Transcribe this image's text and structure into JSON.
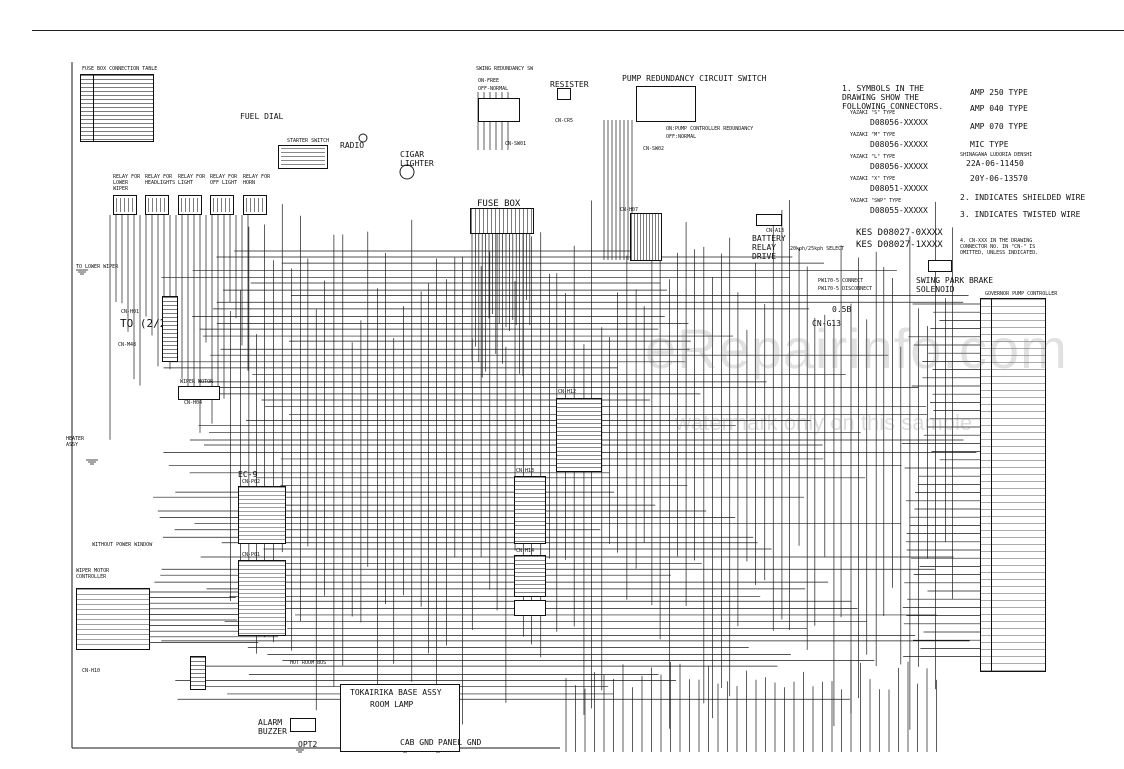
{
  "sections": {
    "fuse_box_table": "FUSE BOX CONNECTION TABLE",
    "fuel_dial": "FUEL DIAL",
    "starter_switch": "STARTER SWITCH",
    "radio": "RADIO",
    "cigar_lighter": "CIGAR LIGHTER",
    "fuse_box": "FUSE BOX",
    "swing_redundancy": "SWING REDUNDANCY SW",
    "resister": "RESISTER",
    "pump_redundancy": "PUMP REDUNDANCY CIRCUIT SWITCH",
    "battery_relay_drive": "BATTERY RELAY DRIVE",
    "swing_park": "SWING PARK BRAKE SOLENOID",
    "governor_pump_controller": "GOVERNOR PUMP CONTROLLER",
    "wiper_motor_controller": "WIPER MOTOR CONTROLLER",
    "wiper_motor": "WIPER MOTOR",
    "tokairika_base_assy": "TOKAIRIKA BASE ASSY",
    "room_lamp": "ROOM LAMP",
    "alarm_buzzer": "ALARM BUZZER",
    "without_power_window": "WITHOUT POWER WINDOW",
    "heater_assy": "HEATER ASSY",
    "for_lower_wiper": "TO LOWER WIPER",
    "to_2_21": "TO (2/21)"
  },
  "relays": [
    "RELAY FOR LOWER WIPER",
    "RELAY FOR HEADLIGHTS",
    "RELAY FOR LIGHT",
    "RELAY FOR OFF LIGHT",
    "RELAY FOR HORN"
  ],
  "switch_states": {
    "on_free": "ON-FREE",
    "off_normal": "OFF-NORMAL",
    "on_pump": "ON:PUMP CONTROLLER REDUNDANCY",
    "off_normal2": "OFF:NORMAL",
    "pw_connect": "PW170-5 CONNECT",
    "pw_disconnect": "PW170-5 DISCONNECT",
    "select": "20kph/25kph SELECT"
  },
  "connectors": {
    "cn_sw01": "CN-SW01",
    "cn_sw02": "CN-SW02",
    "cn_cr5": "CN-CR5",
    "cn_a13": "CN-A13",
    "cn_g13": "CN-G13",
    "cn_h12": "CN-H12",
    "cn_h13": "CN-H13",
    "cn_h14": "CN-H14",
    "cn_h01": "CN-H01",
    "cn_m48": "CN-M48",
    "cn_h10": "CN-H10",
    "cn_h04": "CN-H04",
    "cn_p02": "CN-P02",
    "cn_p01": "CN-P01",
    "cn_h07": "CN-H07",
    "cab_gnd": "CAB GND",
    "panel_gnd": "PANEL GND",
    "opt2": "OPT2",
    "hot_room_bus": "HOT ROOM BUS",
    "ec9": "EC-9",
    "wire_05b": "0.5B"
  },
  "legend": {
    "intro": "1. SYMBOLS IN THE DRAWING SHOW THE FOLLOWING CONNECTORS.",
    "types": [
      {
        "maker": "YAZAKI \"S\" TYPE",
        "code": "D08056-XXXXX"
      },
      {
        "maker": "YAZAKI \"M\" TYPE",
        "code": "D08056-XXXXX"
      },
      {
        "maker": "YAZAKI \"L\" TYPE",
        "code": "D08056-XXXXX"
      },
      {
        "maker": "YAZAKI \"X\" TYPE",
        "code": "D08051-XXXXX"
      },
      {
        "maker": "YAZAKI \"SWP\" TYPE",
        "code": "D08055-XXXXX"
      }
    ],
    "kes1": "KES D08027-0XXXX",
    "kes2": "KES D08027-1XXXX",
    "amp250": "AMP 250 TYPE",
    "amp040": "AMP 040 TYPE",
    "amp070": "AMP 070 TYPE",
    "mic": "MIC TYPE",
    "shinagawa": "SHINAGAWA LUDORIA DENSHI",
    "shinagawa_code": "22A-06-11450",
    "code_20y": "20Y-06-13570",
    "note2": "2. INDICATES SHIELDED WIRE",
    "note3": "3. INDICATES TWISTED WIRE",
    "note4": "4. CN-XXX IN THE DRAWING CONNECTOR NO. IN \"CN-\" IS OMITTED, UNLESS INDICATED."
  },
  "watermark": {
    "brand": "eRepairinfo.com",
    "sub": "watermark only on this sample"
  }
}
